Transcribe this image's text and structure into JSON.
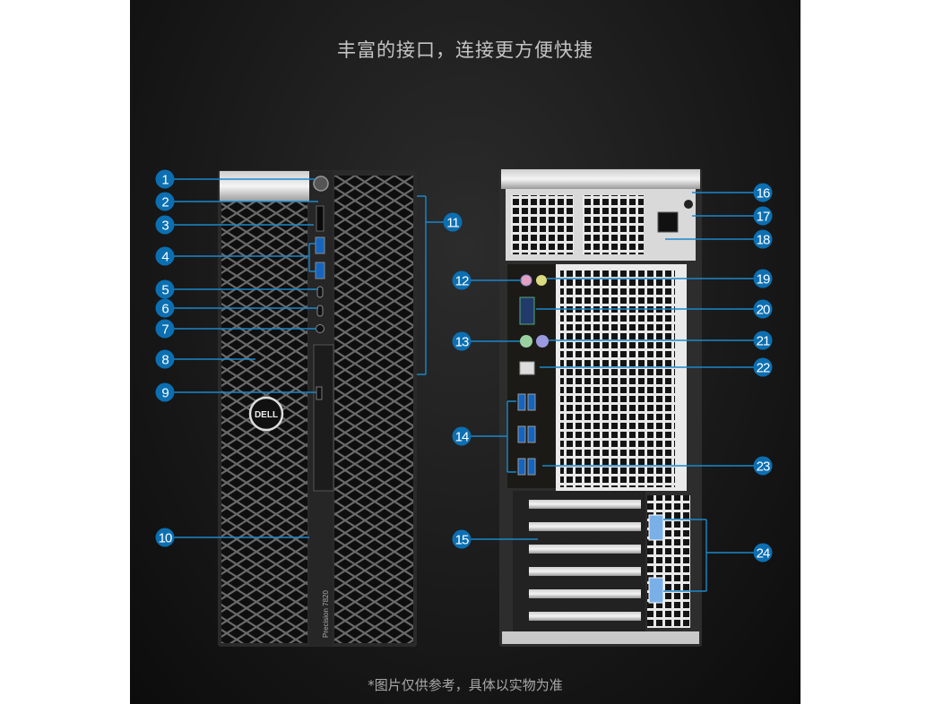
{
  "title": "丰富的接口，连接更方便快捷",
  "footer_note": "*图片仅供参考，具体以实物为准",
  "product": {
    "brand_logo": "DELL",
    "model_label": "Precision 7820"
  },
  "colors": {
    "badge": "#0b6fb2",
    "leader_line": "#1a88cc",
    "background": "#1a1a1a"
  },
  "callouts": [
    {
      "number": "1"
    },
    {
      "number": "2"
    },
    {
      "number": "3"
    },
    {
      "number": "4"
    },
    {
      "number": "5"
    },
    {
      "number": "6"
    },
    {
      "number": "7"
    },
    {
      "number": "8"
    },
    {
      "number": "9"
    },
    {
      "number": "10"
    },
    {
      "number": "11"
    },
    {
      "number": "12"
    },
    {
      "number": "13"
    },
    {
      "number": "14"
    },
    {
      "number": "15"
    },
    {
      "number": "16"
    },
    {
      "number": "17"
    },
    {
      "number": "18"
    },
    {
      "number": "19"
    },
    {
      "number": "20"
    },
    {
      "number": "21"
    },
    {
      "number": "22"
    },
    {
      "number": "23"
    },
    {
      "number": "24"
    }
  ]
}
